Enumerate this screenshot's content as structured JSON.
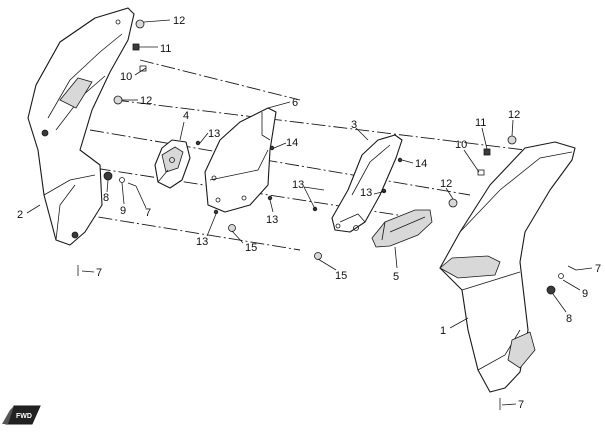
{
  "callouts": {
    "c1": "1",
    "c2": "2",
    "c3": "3",
    "c4": "4",
    "c5": "5",
    "c6": "6",
    "c7a": "7",
    "c7b": "7",
    "c7c": "7",
    "c7d": "7",
    "c8a": "8",
    "c8b": "8",
    "c9a": "9",
    "c9b": "9",
    "c10a": "10",
    "c10b": "10",
    "c11a": "11",
    "c11b": "11",
    "c12a": "12",
    "c12b": "12",
    "c12c": "12",
    "c12d": "12",
    "c13a": "13",
    "c13b": "13",
    "c13c": "13",
    "c13d": "13",
    "c13e": "13",
    "c14a": "14",
    "c14b": "14",
    "c15a": "15",
    "c15b": "15"
  },
  "direction_badge": "FWD",
  "colors": {
    "ink": "#1a1a1a",
    "paper": "#ffffff",
    "shade": "#d8d8d8"
  }
}
